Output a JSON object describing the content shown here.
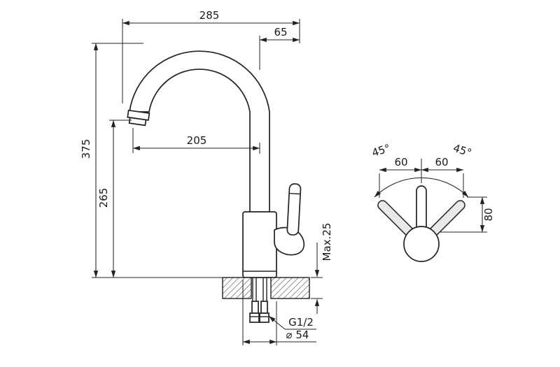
{
  "drawing": {
    "front_view": {
      "total_width": "285",
      "spout_to_handle_offset": "65",
      "total_height": "375",
      "spout_height": "265",
      "spout_reach": "205",
      "counter_thickness": "Max.25",
      "thread_label": "G1/2",
      "base_diameter": "⌀ 54"
    },
    "side_view": {
      "angle_left": "45°",
      "angle_right": "45°",
      "offset_left": "60",
      "offset_right": "60",
      "handle_height": "80"
    }
  }
}
